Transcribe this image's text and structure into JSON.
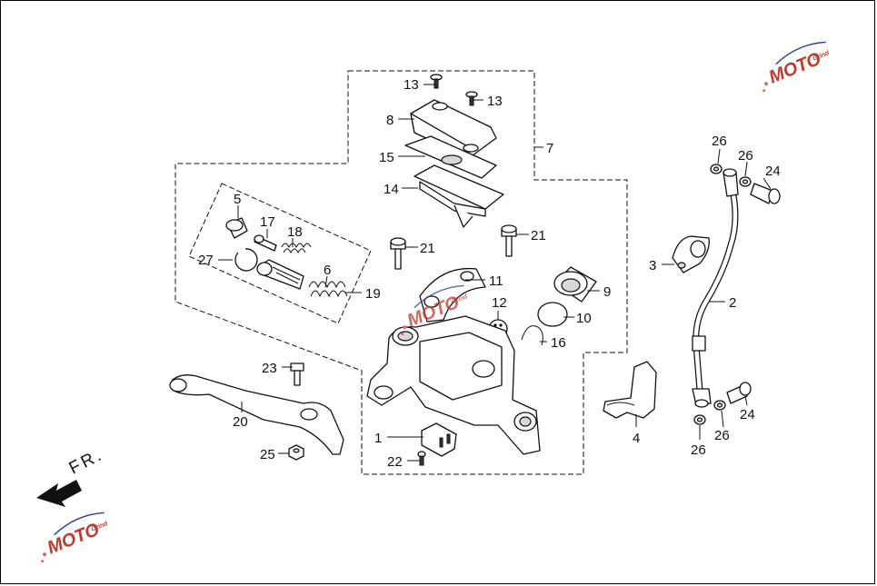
{
  "diagram": {
    "direction_label": "FR.",
    "watermark": {
      "text": "MOTO",
      "tagline": "Grind",
      "color": "#c0392b",
      "accent": "#2e4a8a"
    },
    "callouts": [
      {
        "id": "c13a",
        "label": "13"
      },
      {
        "id": "c13b",
        "label": "13"
      },
      {
        "id": "c8",
        "label": "8"
      },
      {
        "id": "c15",
        "label": "15"
      },
      {
        "id": "c14",
        "label": "14"
      },
      {
        "id": "c7",
        "label": "7"
      },
      {
        "id": "c5",
        "label": "5"
      },
      {
        "id": "c17",
        "label": "17"
      },
      {
        "id": "c18",
        "label": "18"
      },
      {
        "id": "c27",
        "label": "27"
      },
      {
        "id": "c6",
        "label": "6"
      },
      {
        "id": "c19",
        "label": "19"
      },
      {
        "id": "c21a",
        "label": "21"
      },
      {
        "id": "c21b",
        "label": "21"
      },
      {
        "id": "c11",
        "label": "11"
      },
      {
        "id": "c9",
        "label": "9"
      },
      {
        "id": "c12",
        "label": "12"
      },
      {
        "id": "c10",
        "label": "10"
      },
      {
        "id": "c16",
        "label": "16"
      },
      {
        "id": "c23",
        "label": "23"
      },
      {
        "id": "c20",
        "label": "20"
      },
      {
        "id": "c25",
        "label": "25"
      },
      {
        "id": "c1",
        "label": "1"
      },
      {
        "id": "c22",
        "label": "22"
      },
      {
        "id": "c4",
        "label": "4"
      },
      {
        "id": "c3",
        "label": "3"
      },
      {
        "id": "c2",
        "label": "2"
      },
      {
        "id": "c26a",
        "label": "26"
      },
      {
        "id": "c26b",
        "label": "26"
      },
      {
        "id": "c24a",
        "label": "24"
      },
      {
        "id": "c24b",
        "label": "24"
      },
      {
        "id": "c26c",
        "label": "26"
      },
      {
        "id": "c26d",
        "label": "26"
      }
    ]
  }
}
